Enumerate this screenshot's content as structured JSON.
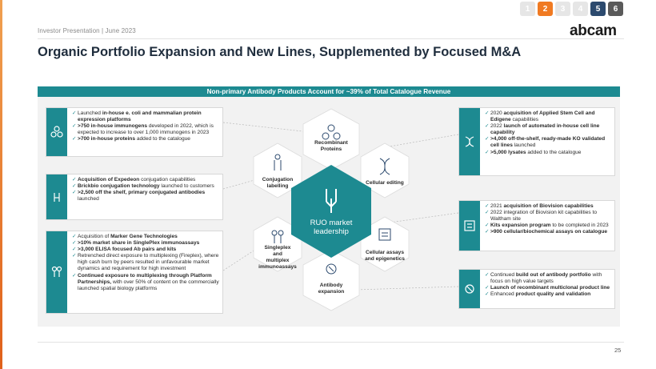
{
  "pager": [
    "1",
    "2",
    "3",
    "4",
    "5",
    "6"
  ],
  "header": {
    "subtitle": "Investor Presentation | June 2023",
    "logo": "abcam",
    "title": "Organic Portfolio Expansion and New Lines, Supplemented by Focused M&A"
  },
  "banner": "Non-primary Antibody Products Account for ~39% of Total Catalogue Revenue",
  "center": {
    "line1": "RUO market",
    "line2": "leadership"
  },
  "hexes": {
    "recombinant": {
      "line1": "Recombinant",
      "line2": "Proteins"
    },
    "conjugation": {
      "line1": "Conjugation",
      "line2": "labelling"
    },
    "cellular_editing": {
      "line1": "Cellular editing"
    },
    "singleplex": {
      "line1": "Singleplex",
      "line2": "and",
      "line3": "multiplex",
      "line4": "immunoassays"
    },
    "cellular_assays": {
      "line1": "Cellular assays",
      "line2": "and epigenetics"
    },
    "antibody_expansion": {
      "line1": "Antibody",
      "line2": "expansion"
    }
  },
  "boxes": {
    "left1": [
      {
        "pre": "Launched ",
        "b": "in-house e. coli and mammalian protein expression platforms",
        "post": ""
      },
      {
        "pre": "",
        "b": ">750 in-house immunogens",
        "post": " developed in 2022, which is expected to increase to over 1,000 immunogens in 2023"
      },
      {
        "pre": "",
        "b": ">700 in-house proteins",
        "post": " added to the catalogue"
      }
    ],
    "left2": [
      {
        "pre": "",
        "b": "Acquisition of Expedeon",
        "post": " conjugation capabilities"
      },
      {
        "pre": "",
        "b": "Brickbio conjugation technology",
        "post": " launched to customers"
      },
      {
        "pre": "",
        "b": ">2,500 off the shelf, primary conjugated antibodies",
        "post": " launched"
      }
    ],
    "left3": [
      {
        "pre": "Acquisition of ",
        "b": "Marker Gene Technologies",
        "post": ""
      },
      {
        "pre": "",
        "b": ">10% market share in SinglePlex immunoassays",
        "post": ""
      },
      {
        "pre": "",
        "b": ">3,000 ELISA focused Ab pairs and kits",
        "post": ""
      },
      {
        "pre": "Retrenched direct exposure to multiplexing (Fireplex), where high cash burn by peers resulted in unfavourable market dynamics and requirement for high investment",
        "b": "",
        "post": ""
      },
      {
        "pre": "",
        "b": "Continued exposure to multiplexing through Platform Partnerships,",
        "post": " with over 50% of content on the commercially launched spatial biology platforms"
      }
    ],
    "right1": [
      {
        "pre": "2020 ",
        "b": "acquisition of Applied Stem Cell and Edigene",
        "post": " capabilities"
      },
      {
        "pre": "2022 ",
        "b": "launch of automated in-house cell line capability",
        "post": ""
      },
      {
        "pre": "",
        "b": ">4,000 off-the-shelf, ready-made KO validated cell lines",
        "post": " launched"
      },
      {
        "pre": "",
        "b": ">5,000 lysates",
        "post": " added to the catalogue"
      }
    ],
    "right2": [
      {
        "pre": "2021 ",
        "b": "acquisition of Biovision capabilities",
        "post": ""
      },
      {
        "pre": "2022 integration of Biovision kit capabilities to Waltham site",
        "b": "",
        "post": ""
      },
      {
        "pre": "",
        "b": "Kits expansion program",
        "post": " to be completed in 2023"
      },
      {
        "pre": "",
        "b": ">900 cellular/biochemical assays on catalogue",
        "post": ""
      }
    ],
    "right3": [
      {
        "pre": "Continued ",
        "b": "build out of antibody portfolio",
        "post": " with focus on high value targets"
      },
      {
        "pre": "",
        "b": "Launch of recombinant multiclonal product line",
        "post": ""
      },
      {
        "pre": "Enhanced ",
        "b": "product quality and validation",
        "post": ""
      }
    ]
  },
  "page_number": "25",
  "colors": {
    "teal": "#1d8a91",
    "orange": "#f07a22",
    "navy": "#2c4a6e"
  }
}
